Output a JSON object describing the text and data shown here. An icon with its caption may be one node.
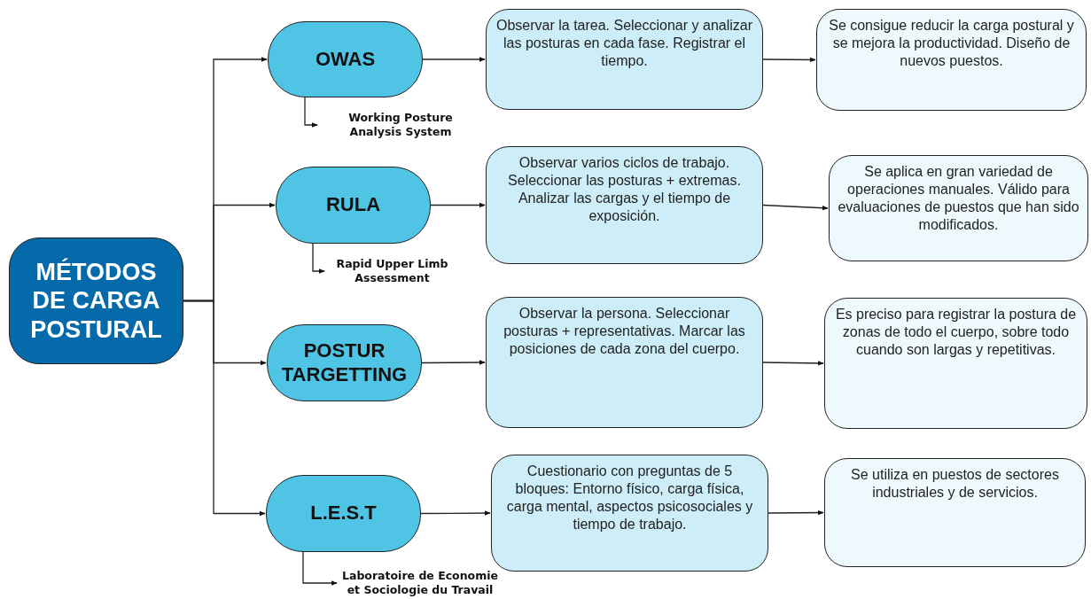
{
  "diagram": {
    "nodes": [
      {
        "text": [
          "MÉTODOS DE CARGA POSTURAL"
        ]
      },
      {
        "text": [
          "OWAS"
        ]
      },
      {
        "text": [
          "Observar la tarea. Seleccionar y analizar las posturas en cada fase. Registrar el tiempo."
        ]
      },
      {
        "text": [
          "Se consigue reducir la carga postural y se mejora la productividad. Diseño de nuevos puestos."
        ]
      },
      {
        "text": [
          "Working Posture Analysis System"
        ]
      },
      {
        "text": [
          "RULA"
        ]
      },
      {
        "text": [
          "Observar varios ciclos de trabajo. Seleccionar las posturas + extremas. Analizar las cargas y el tiempo de exposición."
        ]
      },
      {
        "text": [
          "Se aplica en gran variedad de operaciones manuales. Válido para evaluaciones de puestos que han sido modificados."
        ]
      },
      {
        "text": [
          "Rapid Upper Limb Assessment"
        ]
      },
      {
        "text": [
          "POSTUR TARGETTING"
        ]
      },
      {
        "text": [
          "Observar la persona. Seleccionar posturas + representativas. Marcar las posiciones de cada zona del cuerpo."
        ]
      },
      {
        "text": [
          "Es preciso para registrar la postura de zonas de todo el cuerpo, sobre todo cuando son largas y repetitivas."
        ]
      },
      {
        "text": [
          "L.E.S.T"
        ]
      },
      {
        "text": [
          "Cuestionario con preguntas de 5 bloques: Entorno físico, carga física, carga mental, aspectos psicosociales y tiempo de trabajo."
        ]
      },
      {
        "text": [
          "Se utiliza en puestos de sectores industriales y de servicios."
        ]
      },
      {
        "text": [
          "Laboratoire de Economie et Sociologie du Travail"
        ]
      }
    ],
    "edges": [
      {
        "from": 0,
        "to": 1,
        "arrow": "to"
      },
      {
        "from": 0,
        "to": 5,
        "arrow": "to"
      },
      {
        "from": 0,
        "to": 9,
        "arrow": "to"
      },
      {
        "from": 0,
        "to": 12,
        "arrow": "to"
      },
      {
        "from": 1,
        "to": 2,
        "arrow": "to"
      },
      {
        "from": 2,
        "to": 3,
        "arrow": "to"
      },
      {
        "from": 1,
        "to": 4,
        "arrow": "to"
      },
      {
        "from": 5,
        "to": 6,
        "arrow": "to"
      },
      {
        "from": 6,
        "to": 7,
        "arrow": "to"
      },
      {
        "from": 5,
        "to": 8,
        "arrow": "to"
      },
      {
        "from": 9,
        "to": 10,
        "arrow": "to"
      },
      {
        "from": 10,
        "to": 11,
        "arrow": "to"
      },
      {
        "from": 12,
        "to": 13,
        "arrow": "to"
      },
      {
        "from": 13,
        "to": 14,
        "arrow": "to"
      },
      {
        "from": 12,
        "to": 15,
        "arrow": "to"
      }
    ]
  }
}
